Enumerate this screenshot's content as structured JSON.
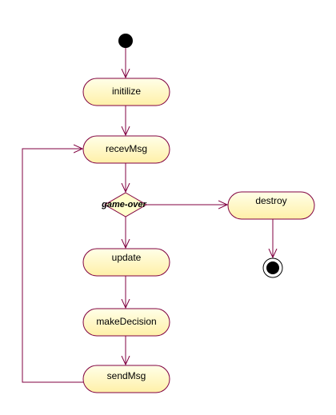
{
  "diagram": {
    "type": "uml-activity",
    "colors": {
      "stroke": "#800040",
      "fill_light": "#ffffdd",
      "fill_dark": "#fff1b0",
      "node_fill": "#000000"
    },
    "actions": {
      "initialize": "initilize",
      "receive": "recevMsg",
      "update": "update",
      "decision": "makeDecision",
      "send": "sendMsg",
      "destroy": "destroy"
    },
    "guard": "game-over"
  }
}
